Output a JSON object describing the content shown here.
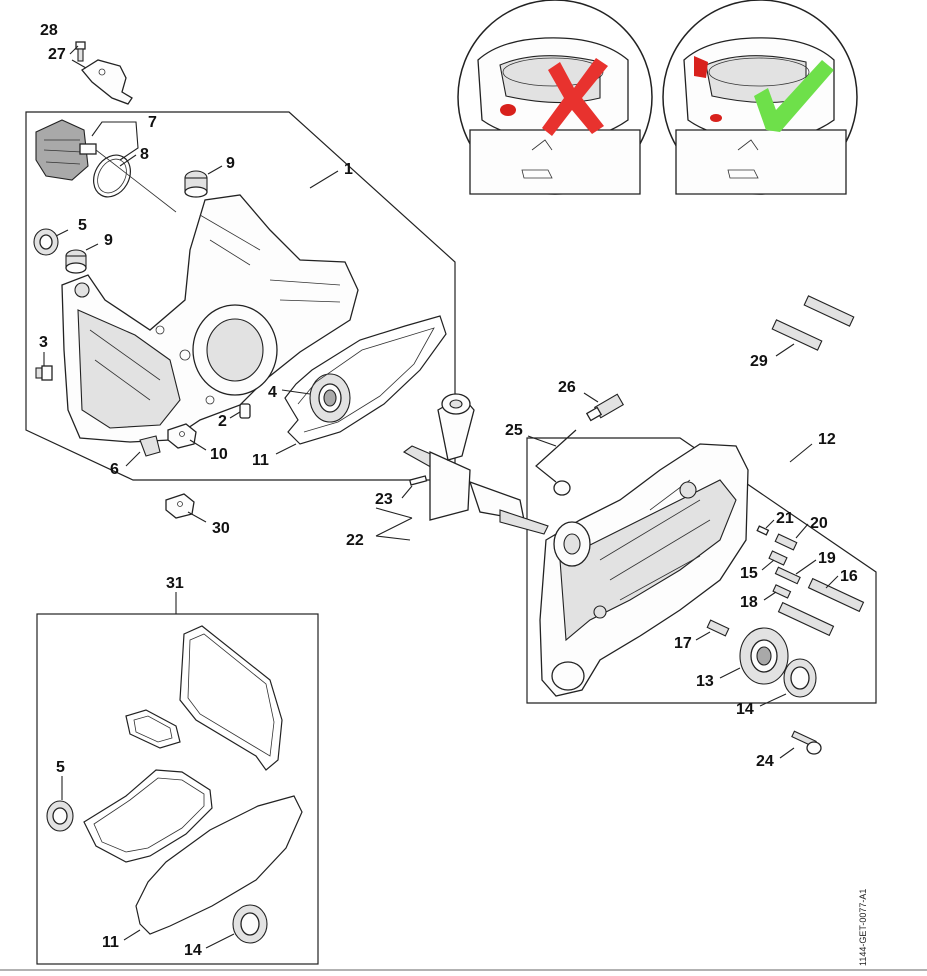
{
  "diagram": {
    "doc_code": "1144-GET-0077-A1",
    "callouts": [
      {
        "id": "c28",
        "text": "28"
      },
      {
        "id": "c27",
        "text": "27"
      },
      {
        "id": "c7",
        "text": "7"
      },
      {
        "id": "c8",
        "text": "8"
      },
      {
        "id": "c1",
        "text": "1"
      },
      {
        "id": "c9a",
        "text": "9"
      },
      {
        "id": "c5a",
        "text": "5"
      },
      {
        "id": "c9b",
        "text": "9"
      },
      {
        "id": "c3",
        "text": "3"
      },
      {
        "id": "c4",
        "text": "4"
      },
      {
        "id": "c2",
        "text": "2"
      },
      {
        "id": "c10",
        "text": "10"
      },
      {
        "id": "c6",
        "text": "6"
      },
      {
        "id": "c11a",
        "text": "11"
      },
      {
        "id": "c30",
        "text": "30"
      },
      {
        "id": "c26",
        "text": "26"
      },
      {
        "id": "c25",
        "text": "25"
      },
      {
        "id": "c23",
        "text": "23"
      },
      {
        "id": "c22",
        "text": "22"
      },
      {
        "id": "c12",
        "text": "12"
      },
      {
        "id": "c29",
        "text": "29"
      },
      {
        "id": "c21",
        "text": "21"
      },
      {
        "id": "c20",
        "text": "20"
      },
      {
        "id": "c19",
        "text": "19"
      },
      {
        "id": "c15",
        "text": "15"
      },
      {
        "id": "c16",
        "text": "16"
      },
      {
        "id": "c18",
        "text": "18"
      },
      {
        "id": "c17",
        "text": "17"
      },
      {
        "id": "c13",
        "text": "13"
      },
      {
        "id": "c14a",
        "text": "14"
      },
      {
        "id": "c24",
        "text": "24"
      },
      {
        "id": "c31",
        "text": "31"
      },
      {
        "id": "c5b",
        "text": "5"
      },
      {
        "id": "c11b",
        "text": "11"
      },
      {
        "id": "c14b",
        "text": "14"
      }
    ],
    "insets": [
      {
        "id": "wrong",
        "mark": "cross",
        "mark_color": "#e8322e",
        "highlight_color": "#d8211c"
      },
      {
        "id": "right",
        "mark": "check",
        "mark_color": "#6ee04a",
        "highlight_color": "#d8211c"
      }
    ]
  }
}
